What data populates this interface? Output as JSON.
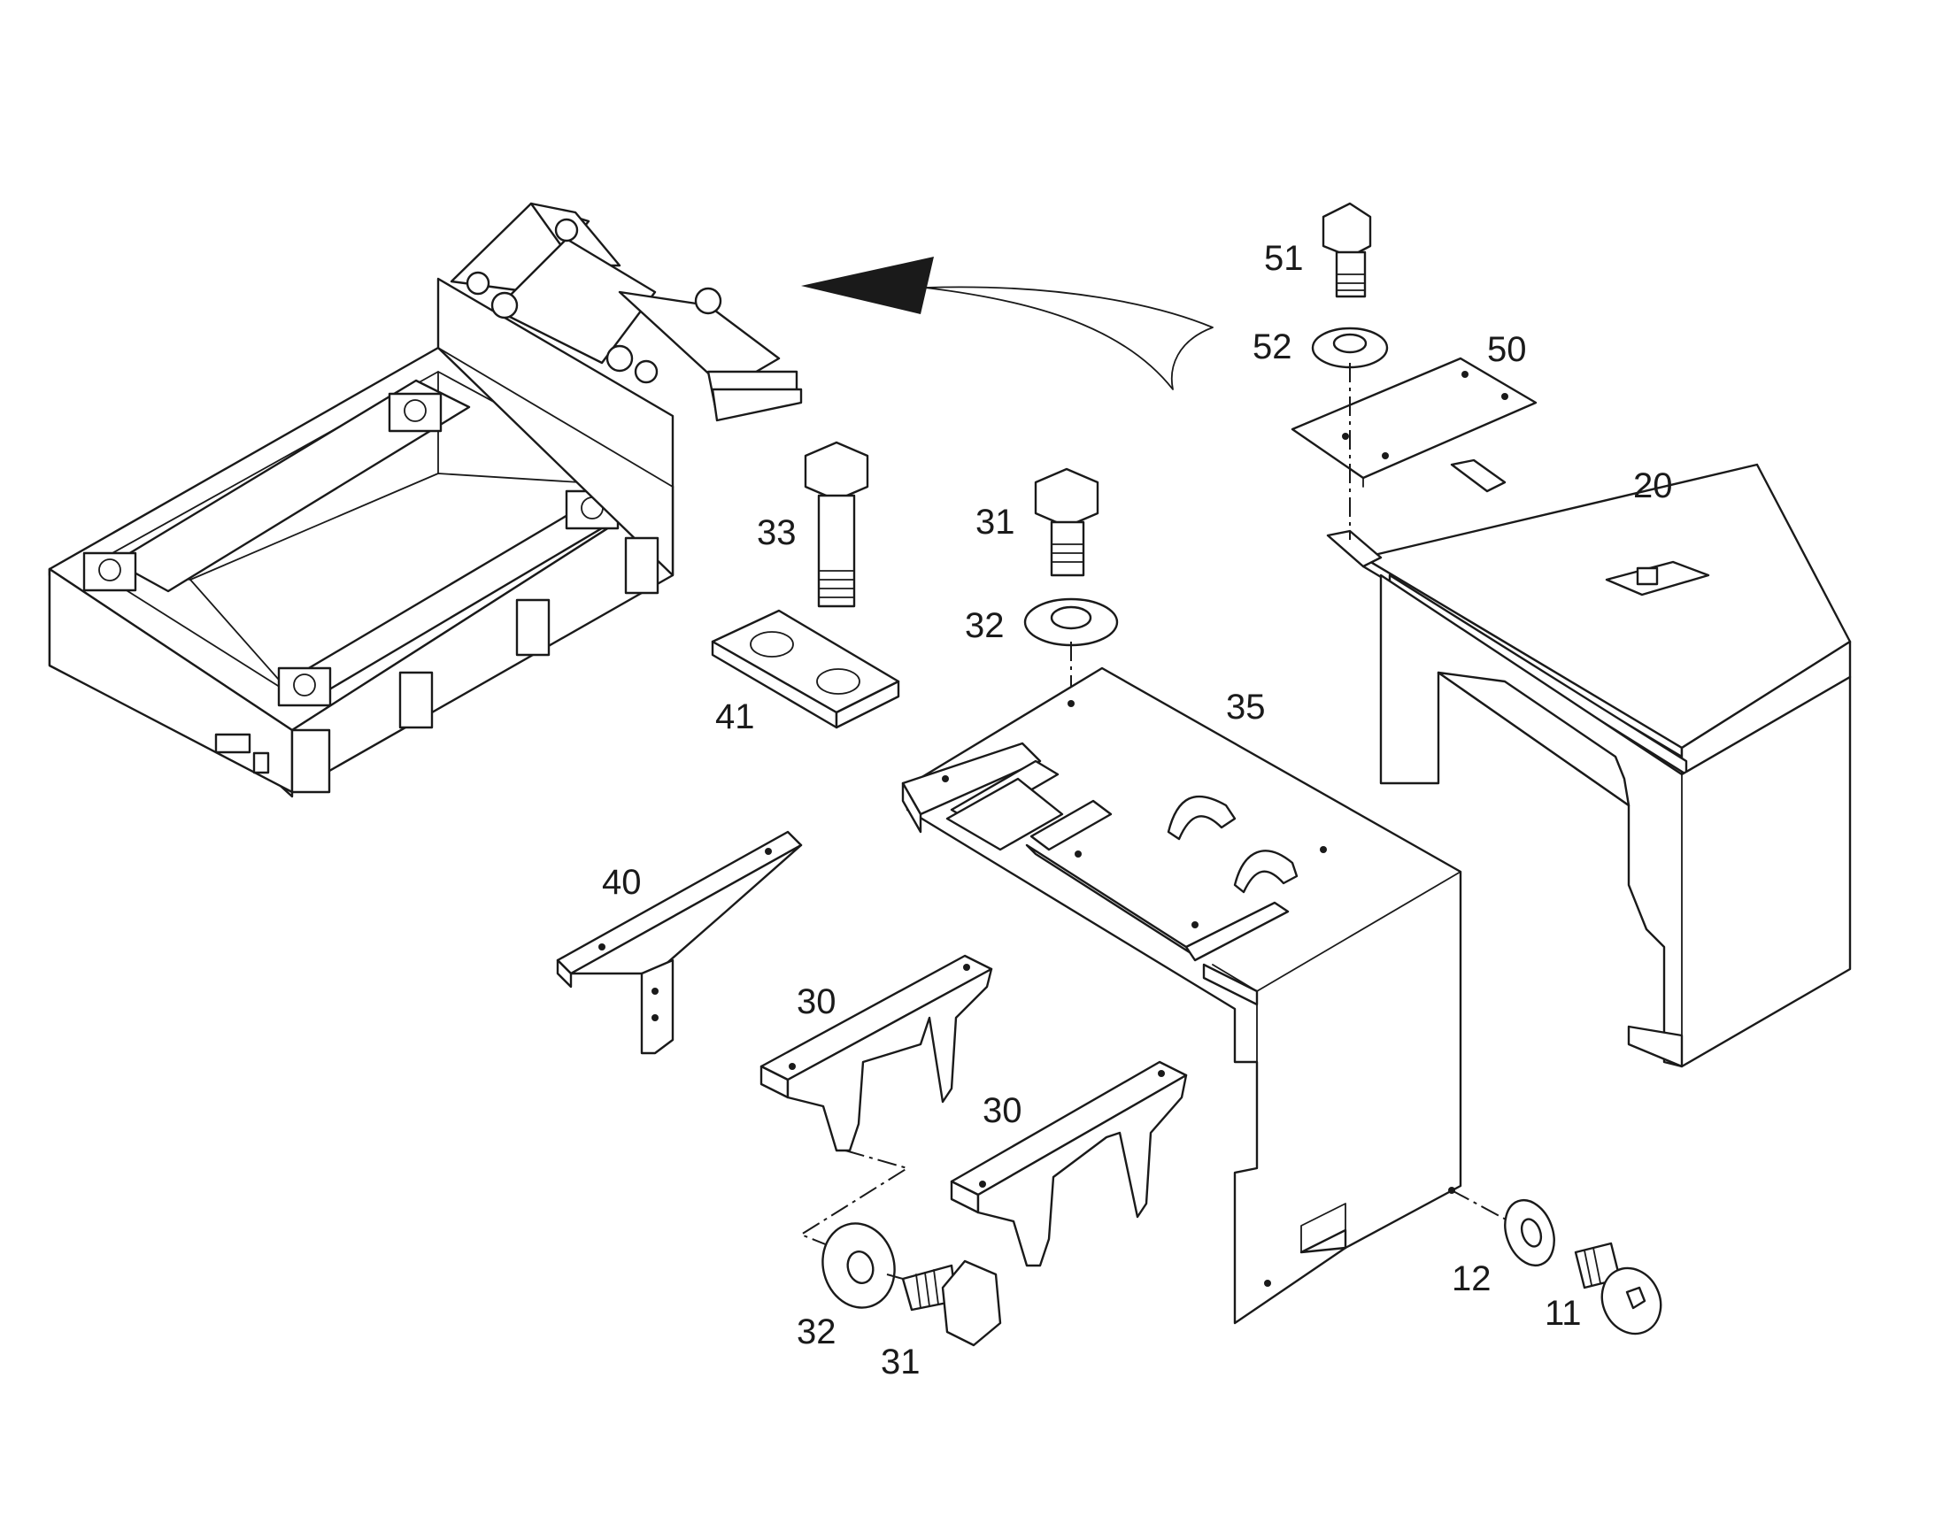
{
  "callouts": {
    "c51": "51",
    "c52": "52",
    "c50": "50",
    "c20": "20",
    "c33": "33",
    "c31_top": "31",
    "c32_top": "32",
    "c41": "41",
    "c35": "35",
    "c40": "40",
    "c30_left": "30",
    "c30_right": "30",
    "c32_bottom": "32",
    "c31_bottom": "31",
    "c12": "12",
    "c11": "11"
  }
}
